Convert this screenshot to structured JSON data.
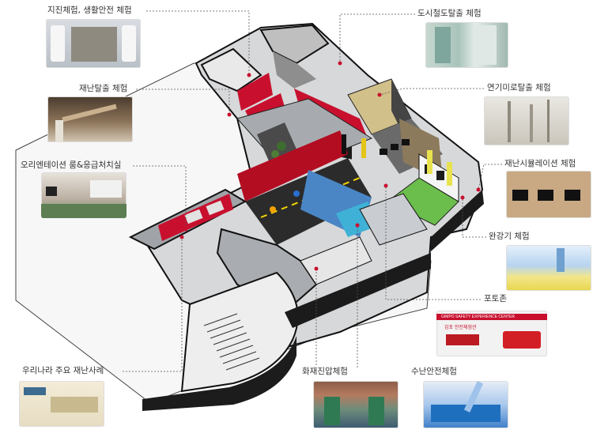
{
  "labels": {
    "earthquake": "지진체험, 생활안전 체험",
    "subway_escape": "도시철도탈출 체험",
    "disaster_escape": "재난탈출 체험",
    "smoke_escape": "연기미로탈출 체험",
    "orientation": "오리엔테이션 룸&응급처치실",
    "simulation": "재난시뮬레이션 체험",
    "slow_descender": "완강기 체험",
    "photo_zone": "포토존",
    "major_disasters": "우리나라 주요 재난사례",
    "fire_evacuation": "화재진압체험",
    "water_safety": "수난안전체험"
  },
  "photo_zone_sign": {
    "header": "GIMPO SAFETY EXPERIENCE CENTER",
    "name": "김포 안전체험관"
  },
  "colors": {
    "accent_red": "#c8102e",
    "leader_line": "#555555",
    "floor_gray": "#9aa0a6",
    "wall_white": "#ffffff",
    "wall_black": "#1a1a1a"
  }
}
